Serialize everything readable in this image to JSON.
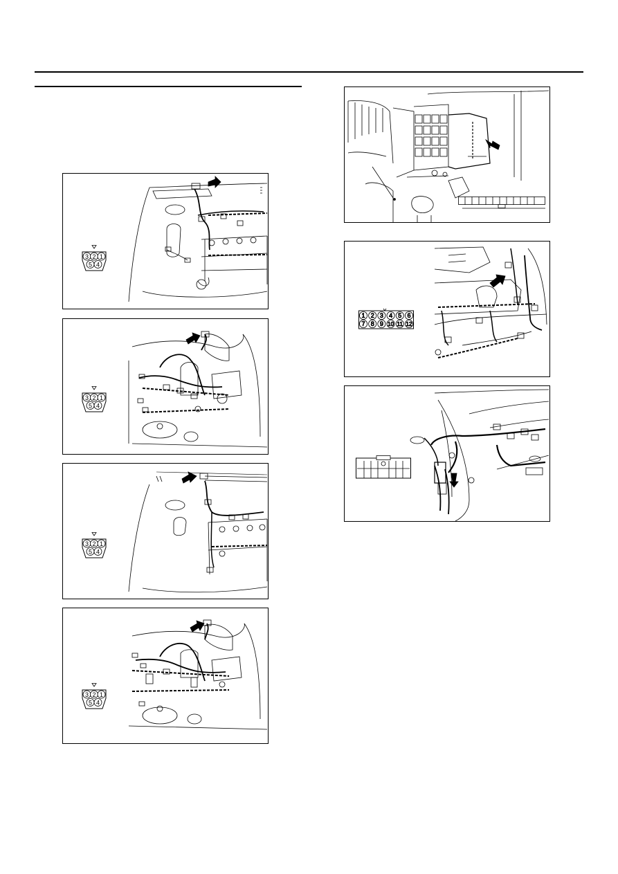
{
  "connectors": {
    "five_pin": {
      "pins": [
        "3",
        "2",
        "1",
        "5",
        "4"
      ]
    },
    "twelve_pin": {
      "pins": [
        "1",
        "2",
        "3",
        "4",
        "5",
        "6",
        "7",
        "8",
        "9",
        "10",
        "11",
        "12"
      ]
    }
  },
  "icons": {
    "locator_arrow": "black-arrow-icon",
    "key_mark": "triangle-key-icon"
  },
  "colors": {
    "line": "#000000",
    "background": "#ffffff"
  }
}
